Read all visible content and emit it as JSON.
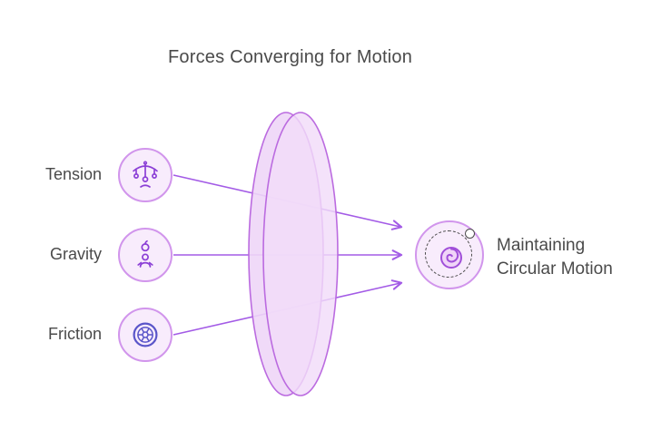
{
  "title": "Forces Converging for Motion",
  "forces": [
    {
      "label": "Tension",
      "icon": "carousel-swing-icon"
    },
    {
      "label": "Gravity",
      "icon": "apple-person-icon"
    },
    {
      "label": "Friction",
      "icon": "wheel-icon"
    }
  ],
  "result": {
    "label": "Maintaining Circular Motion",
    "icon": "rotating-globe-icon"
  },
  "colors": {
    "accent_purple": "#a35be6",
    "node_border": "#d195ec",
    "node_fill": "#f8ecfc",
    "lens_fill": "#eed6f7",
    "lens_stroke": "#bb6be0",
    "icon_purple": "#8b3fd6",
    "friction_indigo": "#5a55c9",
    "dashed_ring": "#4a4a4a",
    "text": "#4a4a4a"
  }
}
